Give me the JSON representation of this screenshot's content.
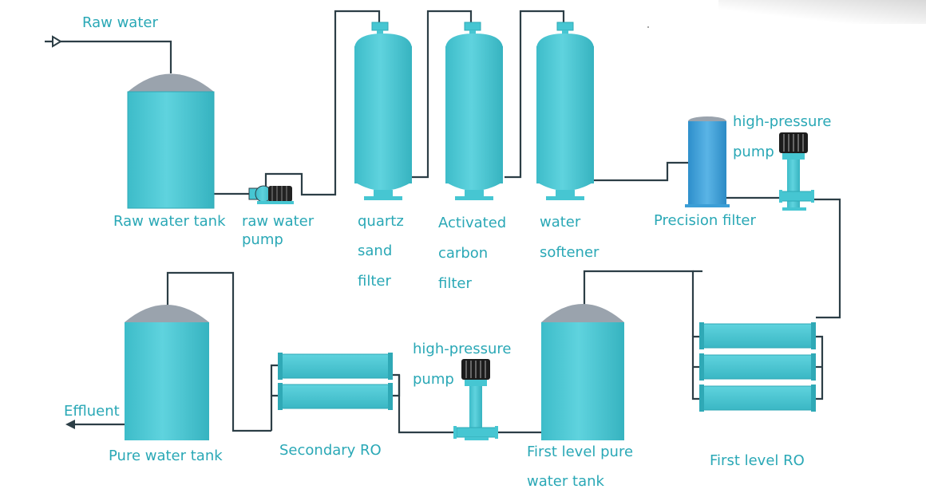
{
  "labels": {
    "raw_water": "Raw water",
    "raw_water_tank": "Raw water tank",
    "raw_water_pump_1": "raw water",
    "raw_water_pump_2": "pump",
    "quartz_1": "quartz",
    "quartz_2": "sand",
    "quartz_3": "filter",
    "carbon_1": "Activated",
    "carbon_2": "carbon",
    "carbon_3": "filter",
    "softener_1": "water",
    "softener_2": "softener",
    "precision_filter": "Precision filter",
    "hp_pump1_1": "high-pressure",
    "hp_pump1_2": "pump",
    "hp_pump2_1": "high-pressure",
    "hp_pump2_2": "pump",
    "effluent": "Effluent",
    "pure_water_tank": "Pure water tank",
    "secondary_ro": "Secondary RO",
    "first_pure_1": "First level pure",
    "first_pure_2": "water tank",
    "first_ro": "First level RO"
  },
  "colors": {
    "label": "#2aa8b6",
    "vessel": "#46c6d2",
    "vessel_dark": "#2fa9b6",
    "dome": "#9aa3ad",
    "pipe": "#2c3e46",
    "precision_filter": "#3b9ed6",
    "pump_motor": "#1c1c1c"
  }
}
